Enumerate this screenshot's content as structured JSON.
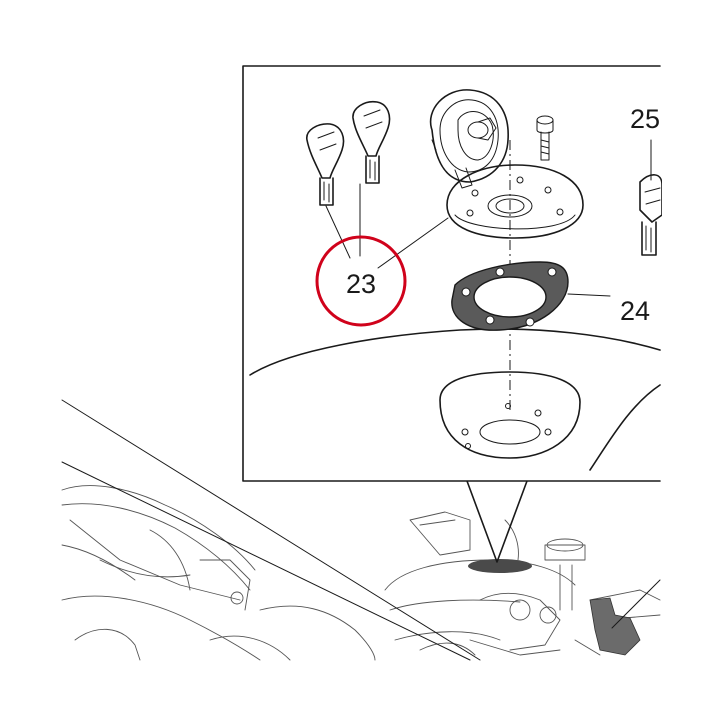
{
  "callouts": {
    "part_23": "23",
    "part_24": "24",
    "part_25": "25"
  },
  "highlight": {
    "target": "23",
    "color": "#d0021b"
  },
  "colors": {
    "line": "#1a1a1a",
    "gasket": "#4a4a4a",
    "highlight": "#d0021b"
  }
}
